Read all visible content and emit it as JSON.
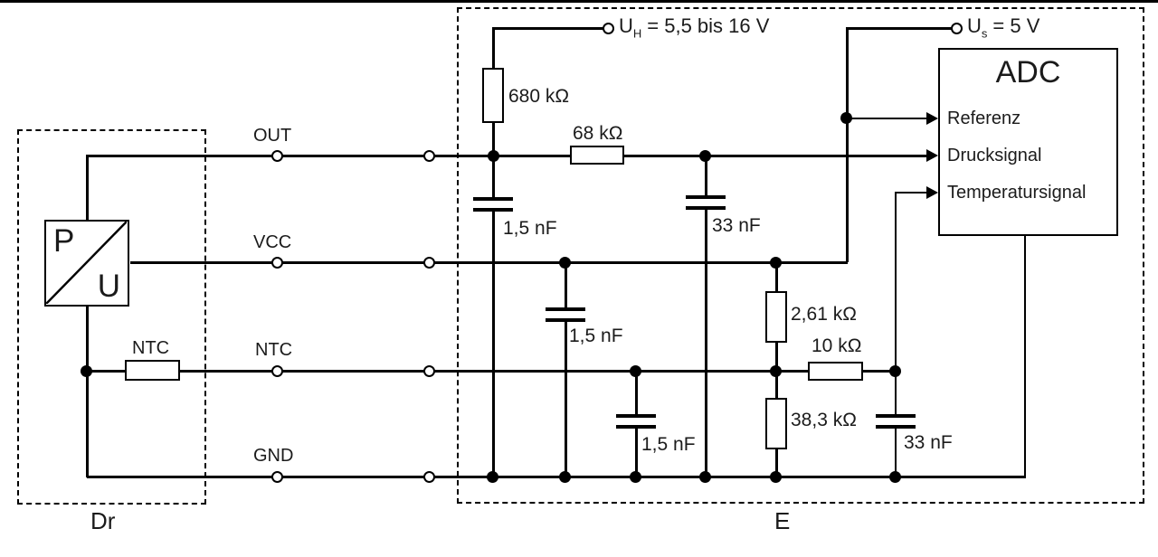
{
  "colors": {
    "line": "#000000",
    "background": "#ffffff"
  },
  "sensor": {
    "box_label": "Dr",
    "pu_letter_top": "P",
    "pu_letter_bottom": "U",
    "ntc_resistor": "NTC"
  },
  "pins": {
    "out": "OUT",
    "vcc": "VCC",
    "ntc": "NTC",
    "gnd": "GND"
  },
  "supplies": {
    "uh": {
      "symbol": "U",
      "subscript": "H",
      "value": "= 5,5 bis 16 V"
    },
    "us": {
      "symbol": "U",
      "subscript": "s",
      "value": "= 5 V"
    }
  },
  "resistors": {
    "r680k": "680 kΩ",
    "r68k": "68 kΩ",
    "r2_61k": "2,61 kΩ",
    "r10k": "10 kΩ",
    "r38_3k": "38,3 kΩ"
  },
  "capacitors": {
    "c_out_gnd": "1,5 nF",
    "c_press_filter": "33 nF",
    "c_vcc_gnd": "1,5 nF",
    "c_ntc_gnd": "1,5 nF",
    "c_temp_filter": "33 nF"
  },
  "ecu": {
    "box_label": "E",
    "adc_title": "ADC",
    "adc_inputs": [
      "Referenz",
      "Drucksignal",
      "Temperatursignal"
    ]
  }
}
